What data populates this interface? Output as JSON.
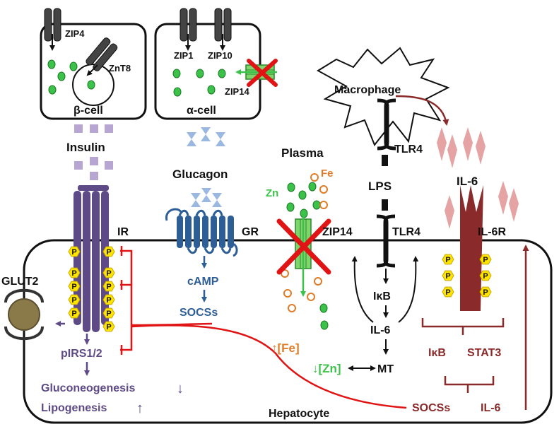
{
  "colors": {
    "purple": "#5e4a86",
    "purple_light": "#b8a6d2",
    "blue": "#2e5e96",
    "blue_light": "#9ab8e0",
    "green": "#3cc24a",
    "orange": "#e07b28",
    "red": "#e01414",
    "maroon": "#8b2a2a",
    "pink": "#e5a3a3",
    "brown": "#8a6b3e",
    "yellow": "#ffe400",
    "black": "#111111"
  },
  "cells": {
    "beta": {
      "label": "β-cell",
      "zip": "ZIP4",
      "znt": "ZnT8"
    },
    "alpha": {
      "label": "α-cell",
      "zip1": "ZIP1",
      "zip10": "ZIP10",
      "zip14": "ZIP14"
    }
  },
  "hormones": {
    "insulin": "Insulin",
    "glucagon": "Glucagon"
  },
  "plasma": {
    "label": "Plasma",
    "zn": "Zn",
    "fe": "Fe"
  },
  "macrophage": {
    "label": "Macrophage",
    "tlr4": "TLR4"
  },
  "lps": "LPS",
  "il6": "IL-6",
  "hepatocyte": {
    "label": "Hepatocyte",
    "glut2": "GLUT2",
    "ir": "IR",
    "gr": "GR",
    "zip14": "ZIP14",
    "tlr4": "TLR4",
    "il6r": "IL-6R",
    "camp": "cAMP",
    "socss_left": "SOCSs",
    "pirs": "pIRS1/2",
    "gluconeogenesis": "Gluconeogenesis",
    "gluconeogenesis_arrow": "↓",
    "lipogenesis": "Lipogenesis",
    "lipogenesis_arrow": "↑",
    "ikb_center": "IκB",
    "il6_center": "IL-6",
    "mt": "MT",
    "fe_up": "↑[Fe]",
    "zn_down": "↓[Zn]",
    "ikb_right": "IκB",
    "stat3": "STAT3",
    "socss_right": "SOCSs",
    "il6_right": "IL-6",
    "p": "P"
  }
}
